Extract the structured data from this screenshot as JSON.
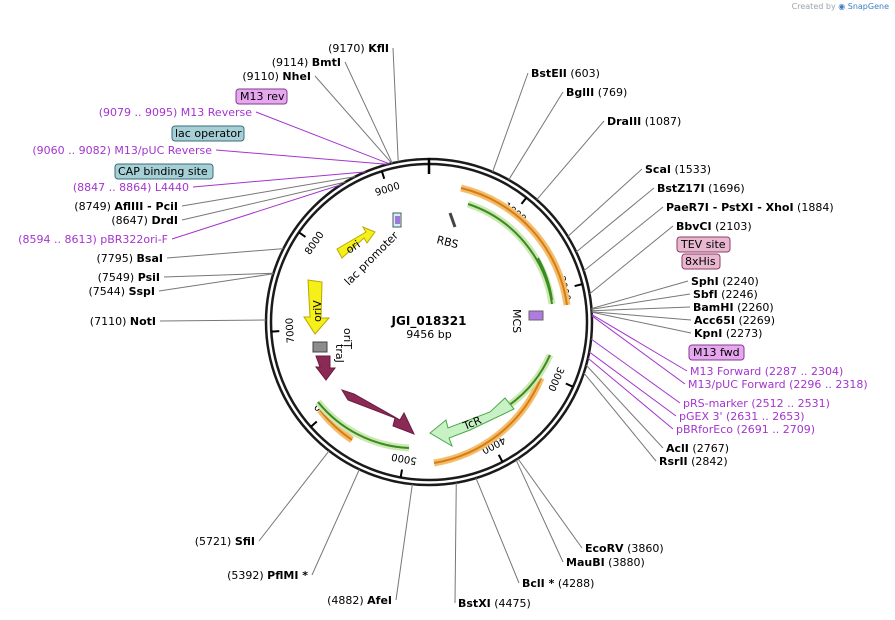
{
  "brand": {
    "created_by": "Created by",
    "product": "SnapGene"
  },
  "plasmid": {
    "name": "JGI_018321",
    "size_label": "9456 bp",
    "length": 9456
  },
  "tick_labels": [
    "1000",
    "2000",
    "3000",
    "4000",
    "5000",
    "6000",
    "7000",
    "8000",
    "9000"
  ],
  "features": {
    "rbs": "RBS",
    "mcs": "MCS",
    "tcr": "TcR",
    "trfa": "trfA",
    "orit": "oriT",
    "traj": "traJ",
    "oriv": "oriV",
    "ori": "ori",
    "lac_promoter": "lac promoter"
  },
  "boxed_labels": {
    "m13_rev": "M13 rev",
    "lac_operator": "lac operator",
    "cap_site": "CAP binding site",
    "tev_site": "TEV site",
    "his8": "8xHis",
    "m13_fwd": "M13 fwd"
  },
  "left_labels": [
    {
      "pos": "(9170)",
      "name": "KflI"
    },
    {
      "pos": "(9114)",
      "name": "BmtI"
    },
    {
      "pos": "(9110)",
      "name": "NheI"
    },
    {
      "text": "(9079 .. 9095)  M13 Reverse"
    },
    {
      "text": "(9060 .. 9082)  M13/pUC Reverse"
    },
    {
      "text": "(8847 .. 8864)  L4440"
    },
    {
      "pos": "(8749)",
      "name": "AflIII",
      "extra": "-  PciI"
    },
    {
      "pos": "(8647)",
      "name": "DrdI"
    },
    {
      "text": "(8594 .. 8613)  pBR322ori-F"
    },
    {
      "pos": "(7795)",
      "name": "BsaI"
    },
    {
      "pos": "(7549)",
      "name": "PsiI"
    },
    {
      "pos": "(7544)",
      "name": "SspI"
    },
    {
      "pos": "(7110)",
      "name": "NotI"
    },
    {
      "pos": "(5721)",
      "name": "SfiI"
    },
    {
      "pos": "(5392)",
      "name": "PflMI *"
    },
    {
      "pos": "(4882)",
      "name": "AfeI"
    }
  ],
  "right_labels": [
    {
      "name": "BstEII",
      "pos": "(603)"
    },
    {
      "name": "BglII",
      "pos": "(769)"
    },
    {
      "name": "DraIII",
      "pos": "(1087)"
    },
    {
      "name": "ScaI",
      "pos": "(1533)"
    },
    {
      "name": "BstZ17I",
      "pos": "(1696)"
    },
    {
      "name": "PaeR7I",
      "mid1": "-  PstXI",
      "mid2": "-  XhoI",
      "pos": "(1884)"
    },
    {
      "name": "BbvCI",
      "pos": "(2103)"
    },
    {
      "name": "SphI",
      "pos": "(2240)"
    },
    {
      "name": "SbfI",
      "pos": "(2246)"
    },
    {
      "name": "BamHI",
      "pos": "(2260)"
    },
    {
      "name": "Acc65I",
      "pos": "(2269)"
    },
    {
      "name": "KpnI",
      "pos": "(2273)"
    },
    {
      "text": "M13 Forward    (2287 .. 2304)"
    },
    {
      "text": "M13/pUC Forward    (2296 .. 2318)"
    },
    {
      "text": "pRS-marker    (2512 .. 2531)"
    },
    {
      "text": "pGEX 3'    (2631 .. 2653)"
    },
    {
      "text": "pBRforEco    (2691 .. 2709)"
    },
    {
      "name": "AclI",
      "pos": "(2767)"
    },
    {
      "name": "RsrII",
      "pos": "(2842)"
    },
    {
      "name": "EcoRV",
      "pos": "(3860)"
    },
    {
      "name": "MauBI",
      "pos": "(3880)"
    },
    {
      "name": "BclI *",
      "pos": "(4288)"
    },
    {
      "name": "BstXI",
      "pos": "(4475)"
    }
  ]
}
